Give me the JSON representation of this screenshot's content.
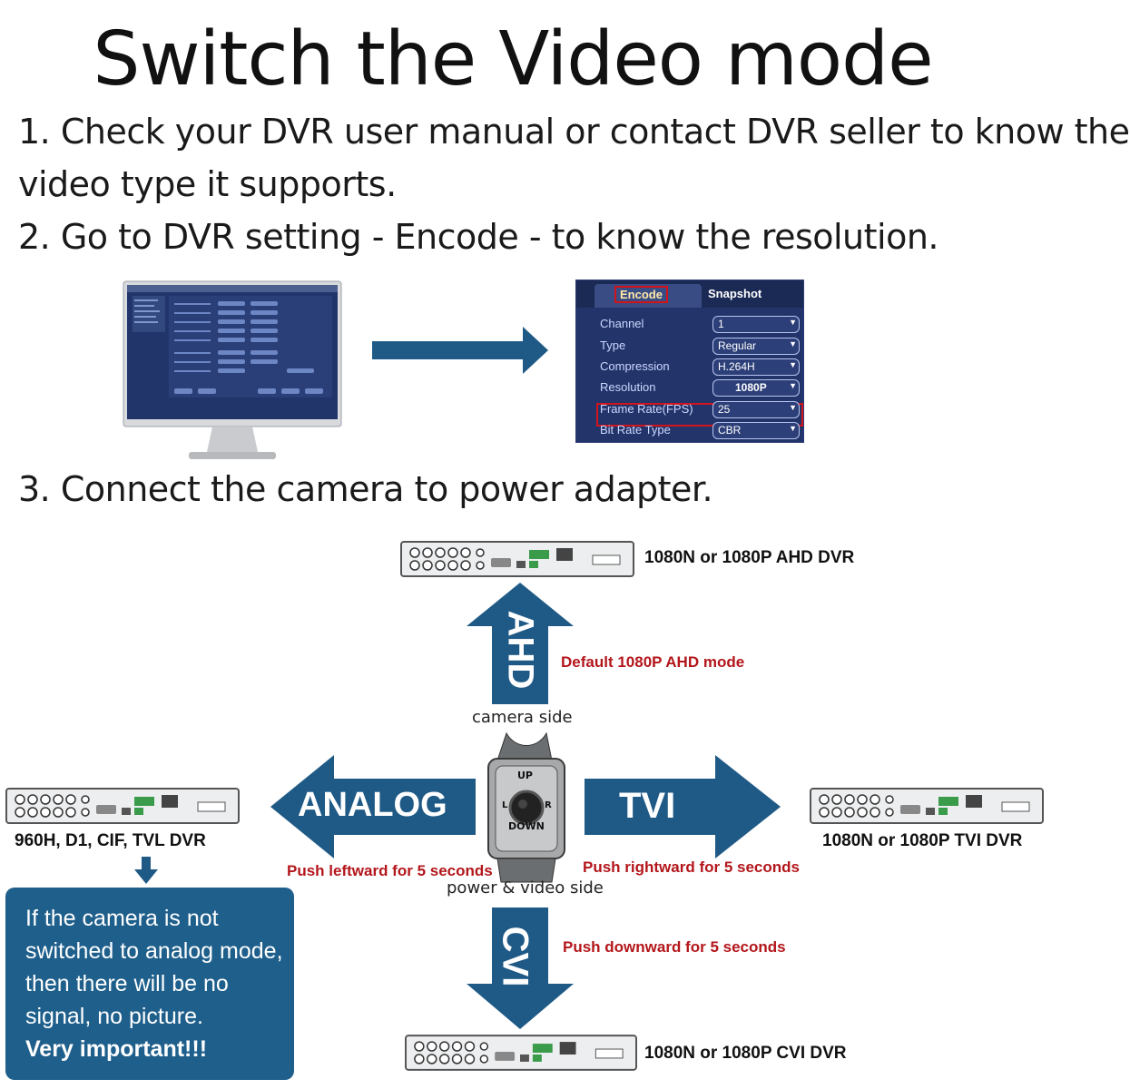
{
  "title": "Switch the Video mode",
  "steps": {
    "s1_line1": "1. Check your DVR user manual or contact DVR seller to know the",
    "s1_line2": "video type it supports.",
    "s2": "2. Go to DVR setting - Encode - to know the resolution.",
    "s3": "3. Connect the camera to power adapter."
  },
  "encode_panel": {
    "tab_active": "Encode",
    "tab_other": "Snapshot",
    "rows": [
      {
        "label": "Channel",
        "value": "1"
      },
      {
        "label": "Type",
        "value": "Regular"
      },
      {
        "label": "Compression",
        "value": "H.264H"
      },
      {
        "label": "Resolution",
        "value": "1080P"
      },
      {
        "label": "Frame Rate(FPS)",
        "value": "25"
      },
      {
        "label": "Bit Rate Type",
        "value": "CBR"
      }
    ]
  },
  "directions": {
    "up": {
      "arrow_label": "AHD",
      "note": "Default 1080P AHD mode",
      "dvr": "1080N or 1080P AHD DVR"
    },
    "left": {
      "arrow_label": "ANALOG",
      "note": "Push leftward for 5 seconds",
      "dvr": "960H, D1, CIF, TVL  DVR"
    },
    "right": {
      "arrow_label": "TVI",
      "note": "Push rightward for 5 seconds",
      "dvr": "1080N or 1080P TVI DVR"
    },
    "down": {
      "arrow_label": "CVI",
      "note": "Push downward for 5 seconds",
      "dvr": "1080N or 1080P CVI DVR"
    }
  },
  "controller": {
    "camera_side": "camera side",
    "power_side": "power & video side",
    "up": "UP",
    "down": "DOWN",
    "left": "L",
    "right": "R"
  },
  "warning": {
    "text": "If the camera is not switched to analog mode, then there will be no signal, no picture.",
    "emphasis": "Very important!!!"
  },
  "colors": {
    "arrow_blue": "#1f5a86",
    "note_red": "#b3161b",
    "panel_navy": "#1b2a55"
  }
}
